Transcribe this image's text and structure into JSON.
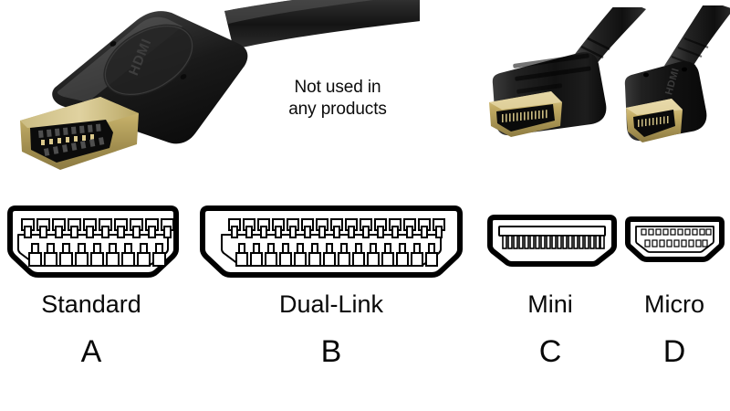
{
  "background_color": "#ffffff",
  "photos": [
    {
      "name": "hdmi-standard-type-a-cable-photo",
      "connector_type": "Standard (Type A) HDMI plug",
      "body_color": "#1c1c1c",
      "contact_color": "#b9a464",
      "branding": "HDMI",
      "branding_style": "embossed on connector shell"
    },
    {
      "name": "hdmi-mini-type-c-cable-photo",
      "connector_type": "Mini (Type C) HDMI plug",
      "body_color": "#1a1a1a",
      "contact_color": "#c0a862",
      "branding": "HDMI",
      "branding_style": "embossed on connector shell"
    },
    {
      "name": "hdmi-micro-type-d-cable-photo",
      "connector_type": "Micro (Type D) HDMI plug",
      "body_color": "#181818",
      "contact_color": "#c3ab63",
      "branding": "HDMI",
      "branding_style": "embossed on connector shell"
    }
  ],
  "note": {
    "line1": "Not used in",
    "line2": "any products"
  },
  "connectors": [
    {
      "id": "type-a",
      "name": "Standard",
      "letter": "A",
      "outline": "hdmi-type-a-port-outline",
      "top_pins": 10,
      "bottom_pins": 9,
      "total_pins": 19,
      "pin_style": "two-row staggered rectangular pins",
      "stroke_color": "#000000"
    },
    {
      "id": "type-b",
      "name": "Dual-Link",
      "letter": "B",
      "outline": "hdmi-type-b-port-outline",
      "top_pins": 15,
      "bottom_pins": 14,
      "total_pins": 29,
      "pin_style": "two-row staggered rectangular pins",
      "stroke_color": "#000000"
    },
    {
      "id": "type-c",
      "name": "Mini",
      "letter": "C",
      "outline": "hdmi-type-c-port-outline",
      "top_pins": 19,
      "bottom_pins": 0,
      "total_pins": 19,
      "pin_style": "single bar with fine comb pins",
      "stroke_color": "#000000"
    },
    {
      "id": "type-d",
      "name": "Micro",
      "letter": "D",
      "outline": "hdmi-type-d-port-outline",
      "top_pins": 10,
      "bottom_pins": 9,
      "total_pins": 19,
      "pin_style": "compact two-row fine pins",
      "stroke_color": "#000000"
    }
  ]
}
